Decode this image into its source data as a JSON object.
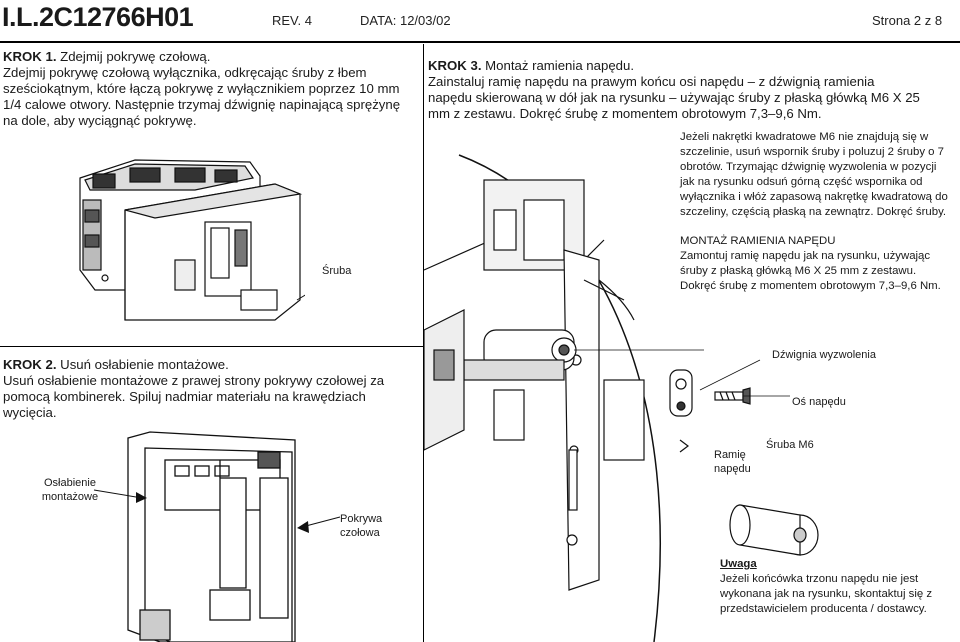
{
  "header": {
    "doc_id": "I.L.2C12766H01",
    "rev": "REV. 4",
    "date": "DATA: 12/03/02",
    "page": "Strona  2 z 8"
  },
  "step1": {
    "head": "KROK 1.",
    "title": " Zdejmij pokrywę czołową.",
    "body": "Zdejmij pokrywę czołową wyłącznika, odkręcając śruby z łbem sześciokątnym, które łączą pokrywę z wyłącznikiem poprzez 10 mm 1/4 calowe otwory. Następnie trzymaj dźwignię napinającą sprężynę na dole, aby wyciągnąć pokrywę.",
    "label_screw": "Śruba"
  },
  "step2": {
    "head": "KROK 2.",
    "title": " Usuń osłabienie montażowe.",
    "body": "Usuń osłabienie montażowe z prawej strony pokrywy czołowej za pomocą kombinerek. Spiluj nadmiar materiału na krawędziach wycięcia.",
    "label_weak": "Osłabienie montażowe",
    "label_cover": "Pokrywa czołowa"
  },
  "step3": {
    "head": "KROK 3.",
    "title": " Montaż ramienia napędu.",
    "body": "Zainstaluj ramię napędu na prawym końcu osi napędu – z dźwignią ramienia napędu skierowaną w dół jak na rysunku – używając śruby z płaską główką M6 X 25 mm z zestawu. Dokręć śrubę z momentem obrotowym 7,3–9,6 Nm.",
    "note1": "Jeżeli nakrętki kwadratowe M6 nie znajdują się w szczelinie, usuń wspornik śruby i poluzuj 2 śruby o 7 obrotów. Trzymając dźwignię wyzwolenia w pozycji jak na rysunku odsuń górną część wspornika od wyłącznika i włóż zapasową nakrętkę kwadratową do szczeliny, częścią płaską na zewnątrz. Dokręć śruby.",
    "mount_title": "MONTAŻ RAMIENIA NAPĘDU",
    "mount_body": "Zamontuj ramię napędu jak na rysunku, używając śruby z płaską główką M6 X 25 mm z zestawu. Dokręć śrubę z momentem obrotowym 7,3–9,6 Nm.",
    "label_trip_lever": "Dźwignia wyzwolenia",
    "label_axis": "Oś napędu",
    "label_arm": "Ramię napędu",
    "label_screw_m6": "Śruba M6",
    "warning_title": "Uwaga",
    "warning_body": "Jeżeli końcówka trzonu napędu nie jest wykonana jak na rysunku, skontaktuj się z przedstawicielem producenta / dostawcy."
  }
}
